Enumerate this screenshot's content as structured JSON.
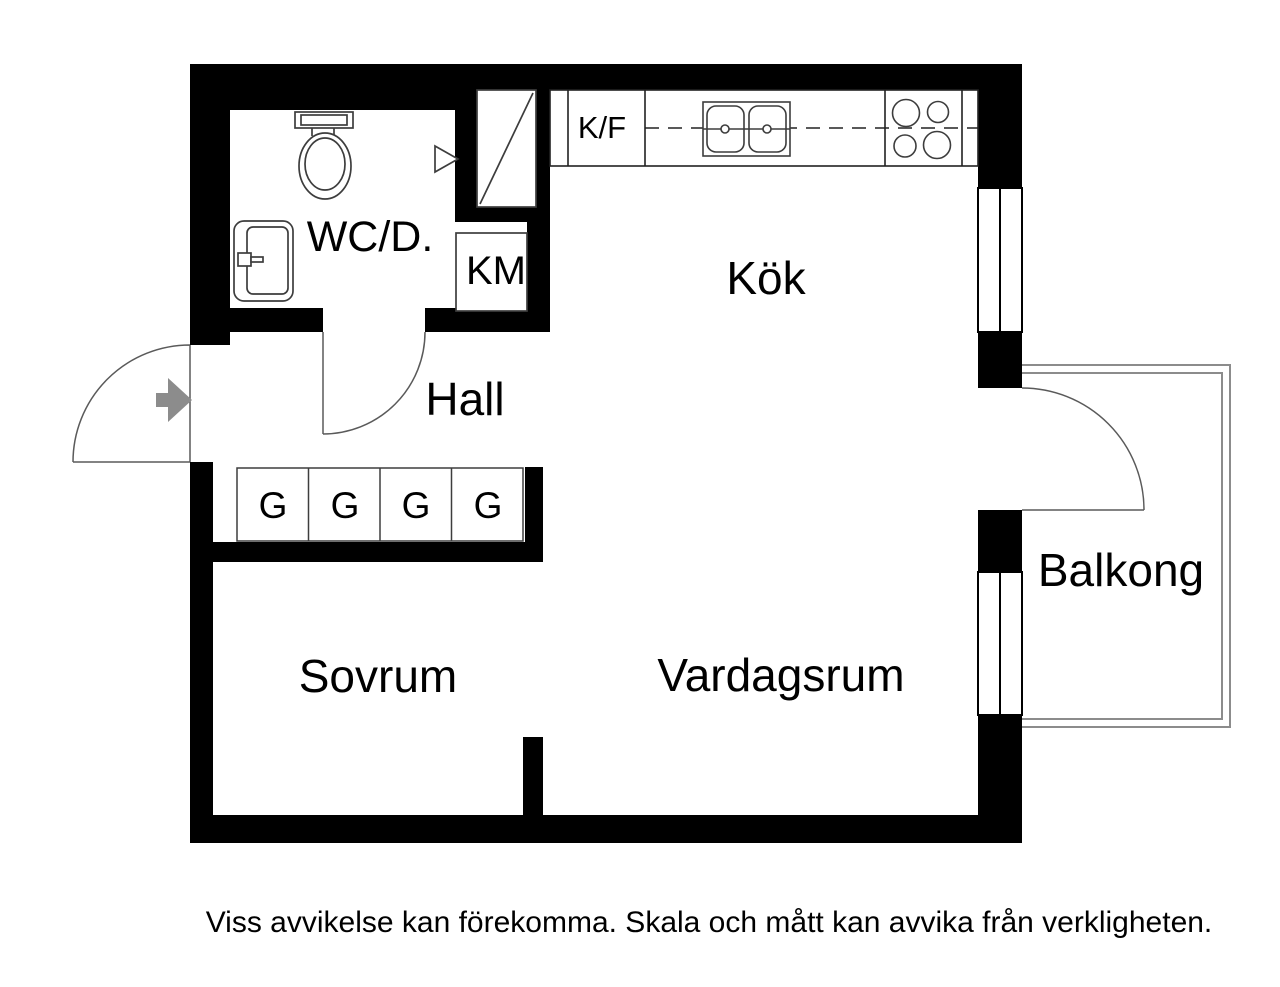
{
  "floorplan": {
    "labels": {
      "bathroom": "WC/D.",
      "washing_machine": "KM",
      "fridge_freezer": "K/F",
      "kitchen": "Kök",
      "hall": "Hall",
      "bedroom": "Sovrum",
      "living_room": "Vardagsrum",
      "balcony": "Balkong"
    },
    "wardrobes": [
      "G",
      "G",
      "G",
      "G"
    ],
    "colors": {
      "wall": "#000000",
      "fixture_line": "#3d3d3d",
      "door_line": "#5a5a5a",
      "counter_line": "#222222",
      "window_line": "#000000",
      "balcony_line": "#8c8c8c",
      "entry_arrow": "#8c8c8c",
      "background": "#ffffff"
    }
  },
  "footer": {
    "disclaimer": "Viss avvikelse kan förekomma. Skala och mått kan avvika från verkligheten."
  }
}
